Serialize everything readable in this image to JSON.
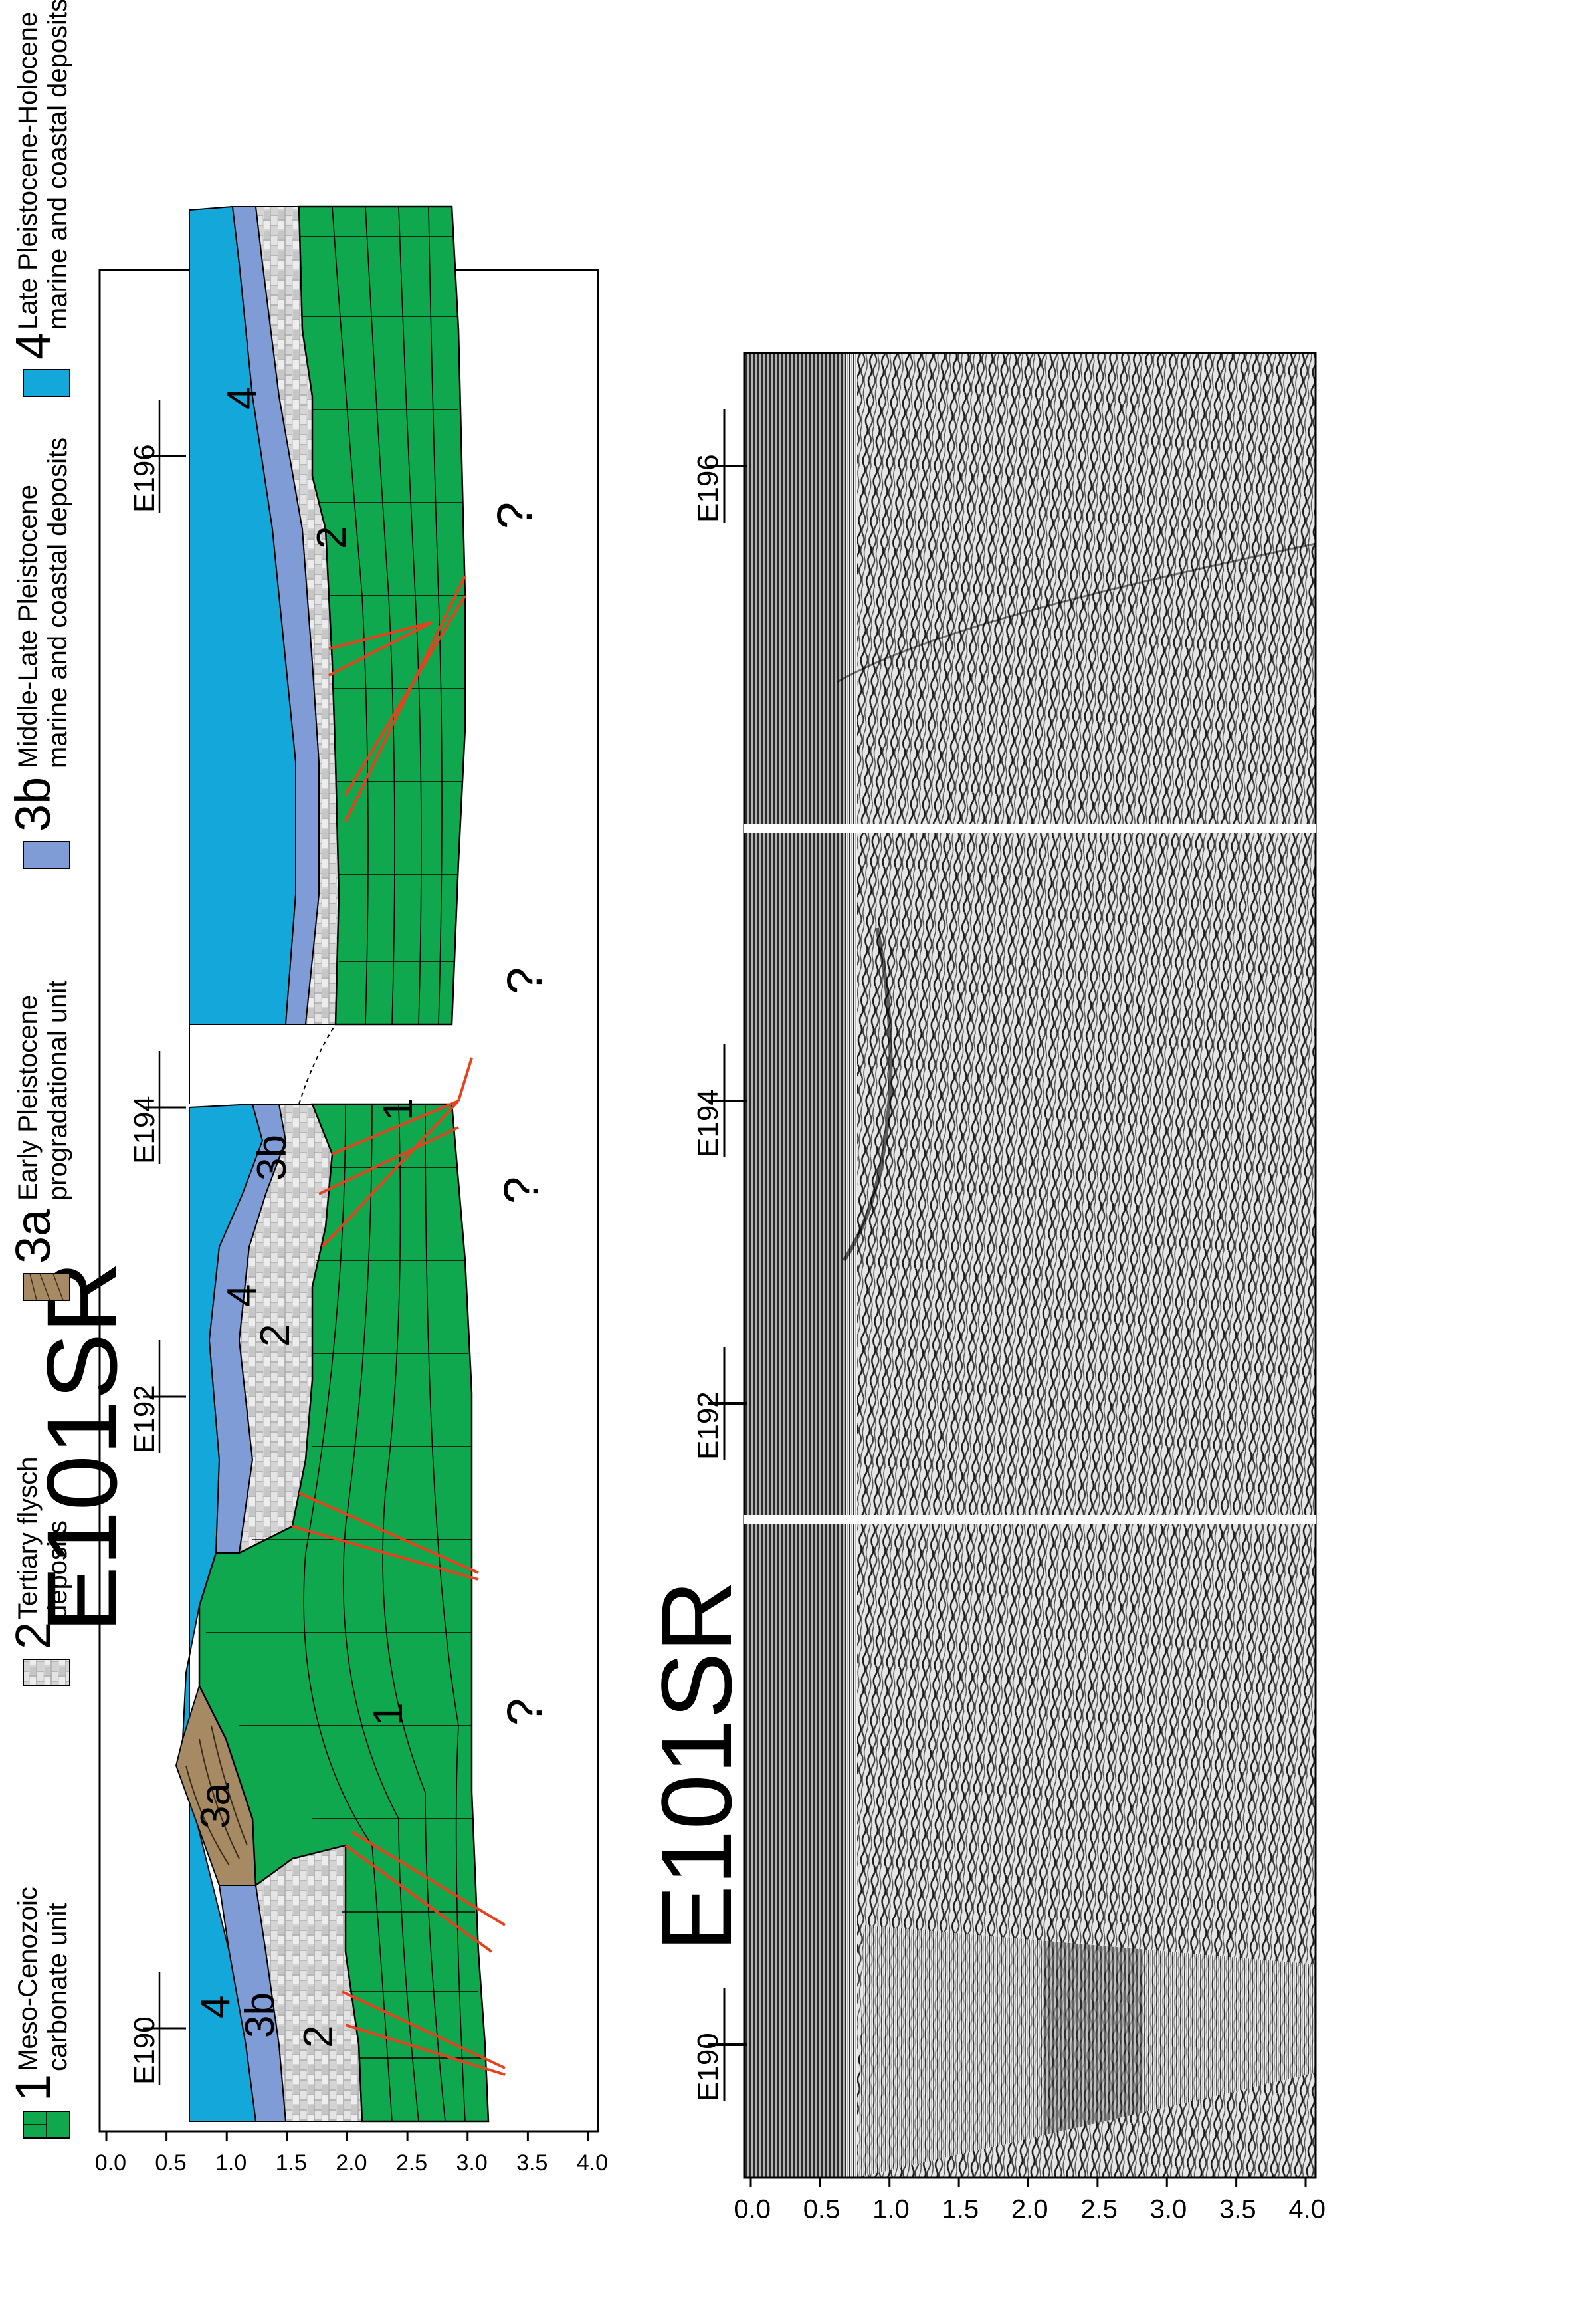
{
  "seismic_panel": {
    "title": "E101SR",
    "wells": [
      "E190",
      "E192",
      "E194",
      "E196"
    ],
    "time_ticks": [
      "0.0",
      "0.5",
      "1.0",
      "1.5",
      "2.0",
      "2.5",
      "3.0",
      "3.5",
      "4.0"
    ]
  },
  "interpretation_panel": {
    "title": "E101SR",
    "wells": [
      "E190",
      "E192",
      "E194",
      "E196"
    ],
    "depth_ticks": [
      "0.0",
      "0.5",
      "1.0",
      "1.5",
      "2.0",
      "2.5",
      "3.0",
      "3.5",
      "4.0"
    ],
    "unit_labels": {
      "u1_a": "1",
      "u1_b": "1",
      "u2_a": "2",
      "u2_b": "2",
      "u2_c": "2",
      "u3a": "3a",
      "u3b_a": "3b",
      "u3b_b": "3b",
      "u4_a": "4",
      "u4_b": "4",
      "u4_c": "4"
    },
    "unknown_marks": [
      "?",
      "?",
      "?",
      "?"
    ]
  },
  "legend": [
    {
      "number": "1",
      "text": [
        "Meso-Cenozoic",
        "carbonate unit"
      ],
      "color": "#10a84e"
    },
    {
      "number": "2",
      "text": [
        "Tertiary flysch",
        "deposits"
      ],
      "color": "#bdbdbd"
    },
    {
      "number": "3a",
      "text": [
        "Early Pleistocene",
        "progradational unit"
      ],
      "color": "#a68a64"
    },
    {
      "number": "3b",
      "text": [
        "Middle-Late Pleistocene",
        "marine and coastal deposits"
      ],
      "color": "#7f9cd6"
    },
    {
      "number": "4",
      "text": [
        "Late Pleistocene-Holocene",
        "marine and coastal deposits"
      ],
      "color": "#13a8d9"
    }
  ],
  "colors": {
    "carbonate": "#10a84e",
    "flysch": "#bdbdbd",
    "progradational": "#a68a64",
    "pleistocene": "#7f9cd6",
    "holocene": "#13a8d9",
    "fault": "#e8401c"
  }
}
